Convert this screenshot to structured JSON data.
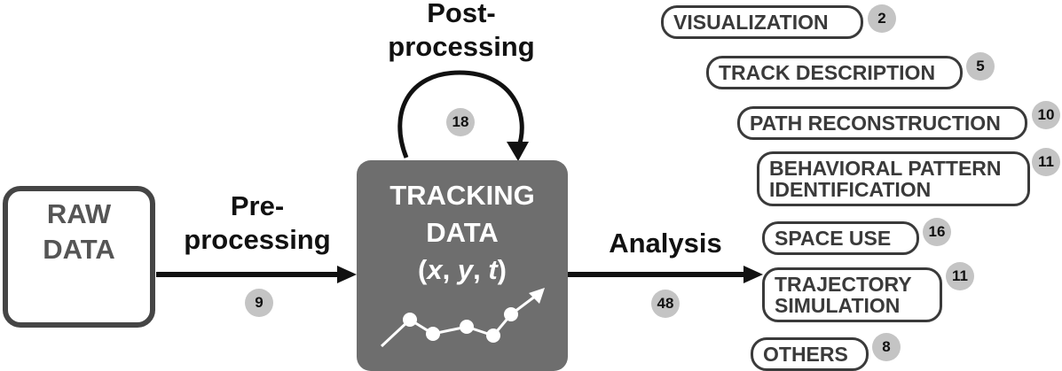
{
  "raw_data": {
    "line1": "RAW",
    "line2": "DATA"
  },
  "tracking_data": {
    "line1": "TRACKING",
    "line2": "DATA",
    "vars": {
      "x": "x",
      "y": "y",
      "t": "t"
    }
  },
  "preprocessing": {
    "line1": "Pre-",
    "line2": "processing",
    "count": "9"
  },
  "postprocessing": {
    "line1": "Post-",
    "line2": "processing",
    "count": "18"
  },
  "analysis": {
    "label": "Analysis",
    "count": "48"
  },
  "categories": [
    {
      "label": "VISUALIZATION",
      "count": "2"
    },
    {
      "label": "TRACK DESCRIPTION",
      "count": "5"
    },
    {
      "label": "PATH RECONSTRUCTION",
      "count": "10"
    },
    {
      "label_line1": "BEHAVIORAL PATTERN",
      "label_line2": "IDENTIFICATION",
      "count": "11"
    },
    {
      "label": "SPACE USE",
      "count": "16"
    },
    {
      "label_line1": "TRAJECTORY",
      "label_line2": "SIMULATION",
      "count": "11"
    },
    {
      "label": "OTHERS",
      "count": "8"
    }
  ],
  "colors": {
    "dark": "#454545",
    "box_fill": "#6e6e6e",
    "badge": "#c4c4c4",
    "arrow": "#111111"
  }
}
